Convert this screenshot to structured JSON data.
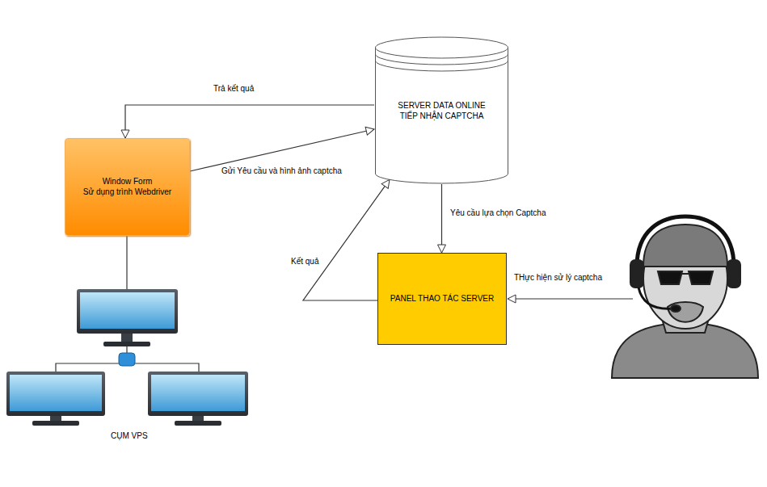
{
  "diagram": {
    "nodes": [
      {
        "text": [
          "Window Form",
          "Sử dụng trình Webdriver"
        ]
      },
      {
        "text": [
          "SERVER DATA ONLINE TIẾP NHẬN CAPTCHA"
        ]
      },
      {
        "text": [
          "PANEL THAO TÁC SERVER"
        ]
      }
    ],
    "edges": [
      {
        "from": 0,
        "to": 1,
        "label": "Gửi Yêu cầu và hình ảnh captcha",
        "arrow": "to"
      },
      {
        "from": 1,
        "to": 0,
        "label": "Trả kết quả",
        "arrow": "to"
      },
      {
        "from": 1,
        "to": 2,
        "label": "Yêu cầu lựa chọn Captcha",
        "arrow": "to"
      },
      {
        "from": 2,
        "to": 1,
        "label": "Kết quả",
        "arrow": "to"
      }
    ],
    "labels": [
      "CỤM VPS",
      "THực hiện sử lý captcha"
    ]
  }
}
